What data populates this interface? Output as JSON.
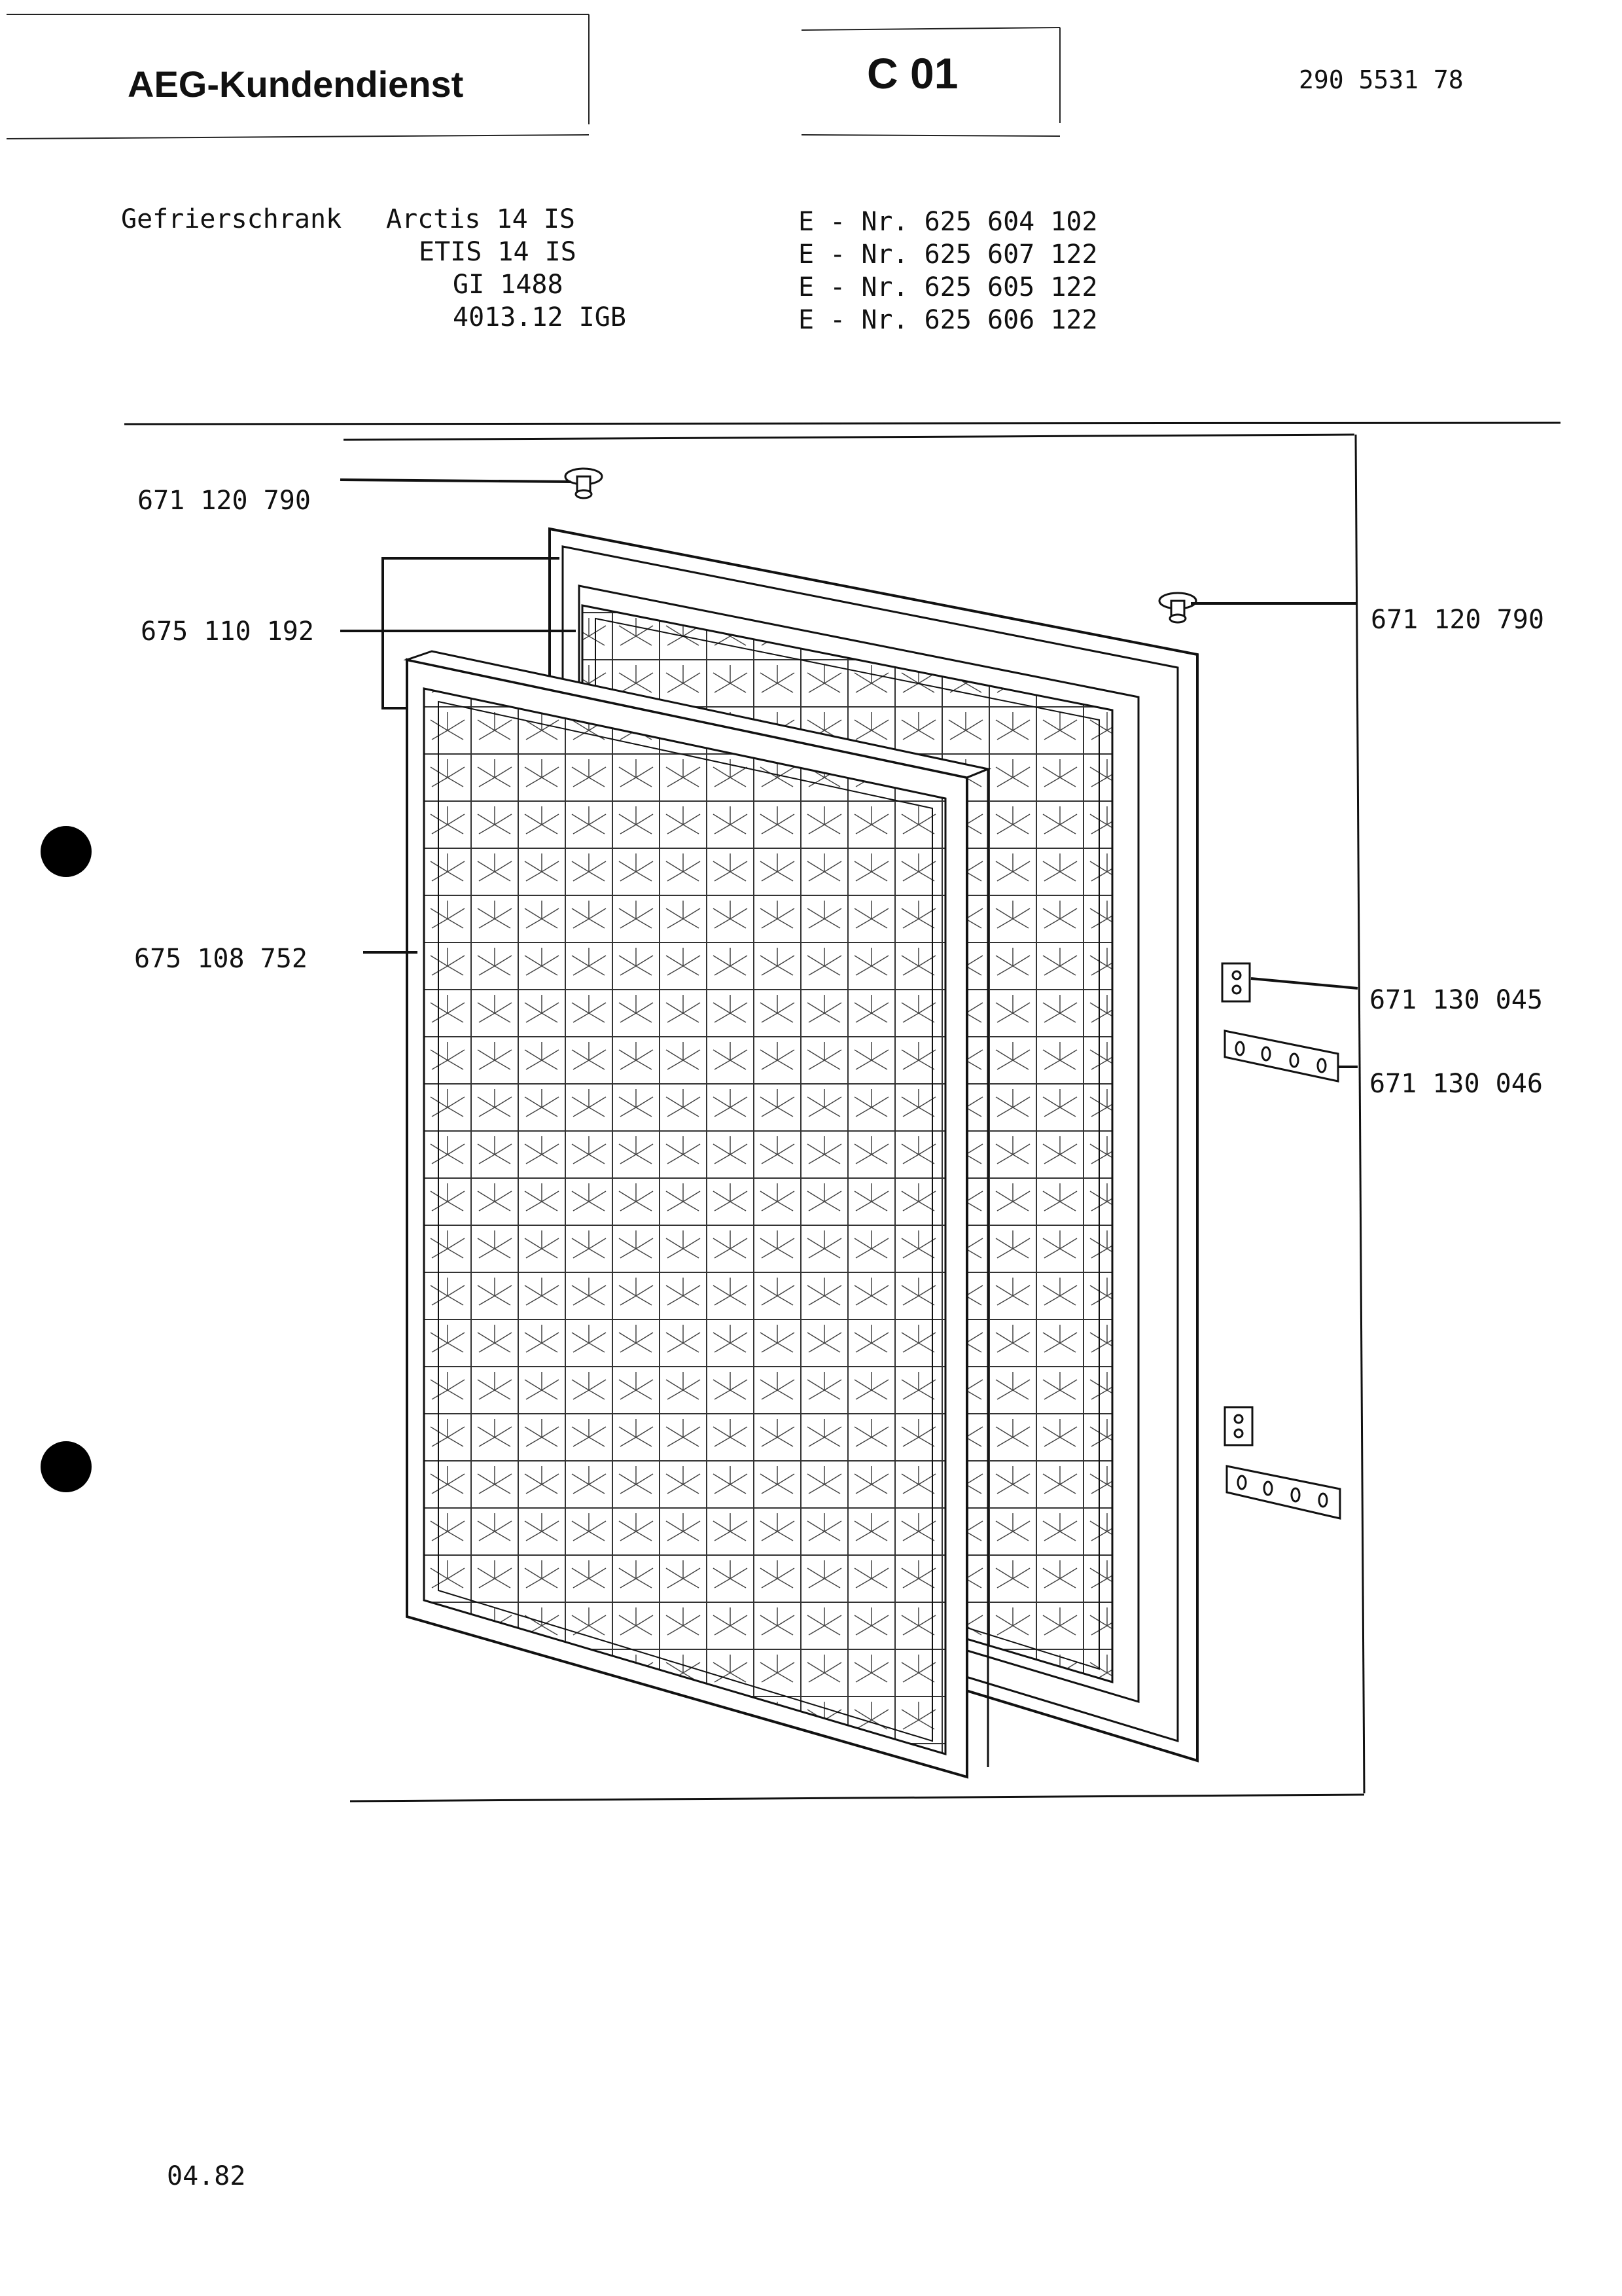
{
  "header": {
    "brand": "AEG-Kundendienst",
    "section_code": "C 01",
    "document_number": "290 5531 78"
  },
  "appliance": {
    "type": "Gefrierschrank",
    "models": [
      {
        "name": "Arctis 14 IS",
        "e_nr": "E - Nr. 625 604 102"
      },
      {
        "name": "ETIS 14 IS",
        "e_nr": "E - Nr. 625 607 122"
      },
      {
        "name": "GI 1488",
        "e_nr": "E - Nr. 625 605 122"
      },
      {
        "name": "4013.12 IGB",
        "e_nr": "E - Nr. 625 606 122"
      }
    ]
  },
  "parts": {
    "hinge_pin_top_left": "671 120 790",
    "door_panel": "675 110 192",
    "door_gasket": "675 108 752",
    "hinge_pin_top_right": "671 120 790",
    "hinge_bracket": "671 130 045",
    "hinge_plate": "671 130 046"
  },
  "footer": {
    "date": "04.82"
  }
}
